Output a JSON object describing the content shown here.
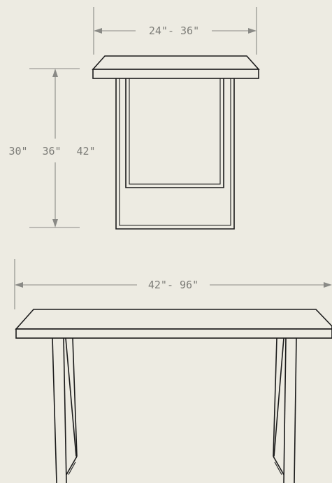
{
  "dimensions": {
    "depth_label": "24\"- 36\"",
    "height_labels": [
      "30\"",
      "36\"",
      "42\""
    ],
    "length_label": "42\"- 96\""
  },
  "colors": {
    "background": "#edebe2",
    "ink": "#1b1b1b",
    "dimension_line": "#8a8a86",
    "dimension_text": "#7d7d78"
  }
}
